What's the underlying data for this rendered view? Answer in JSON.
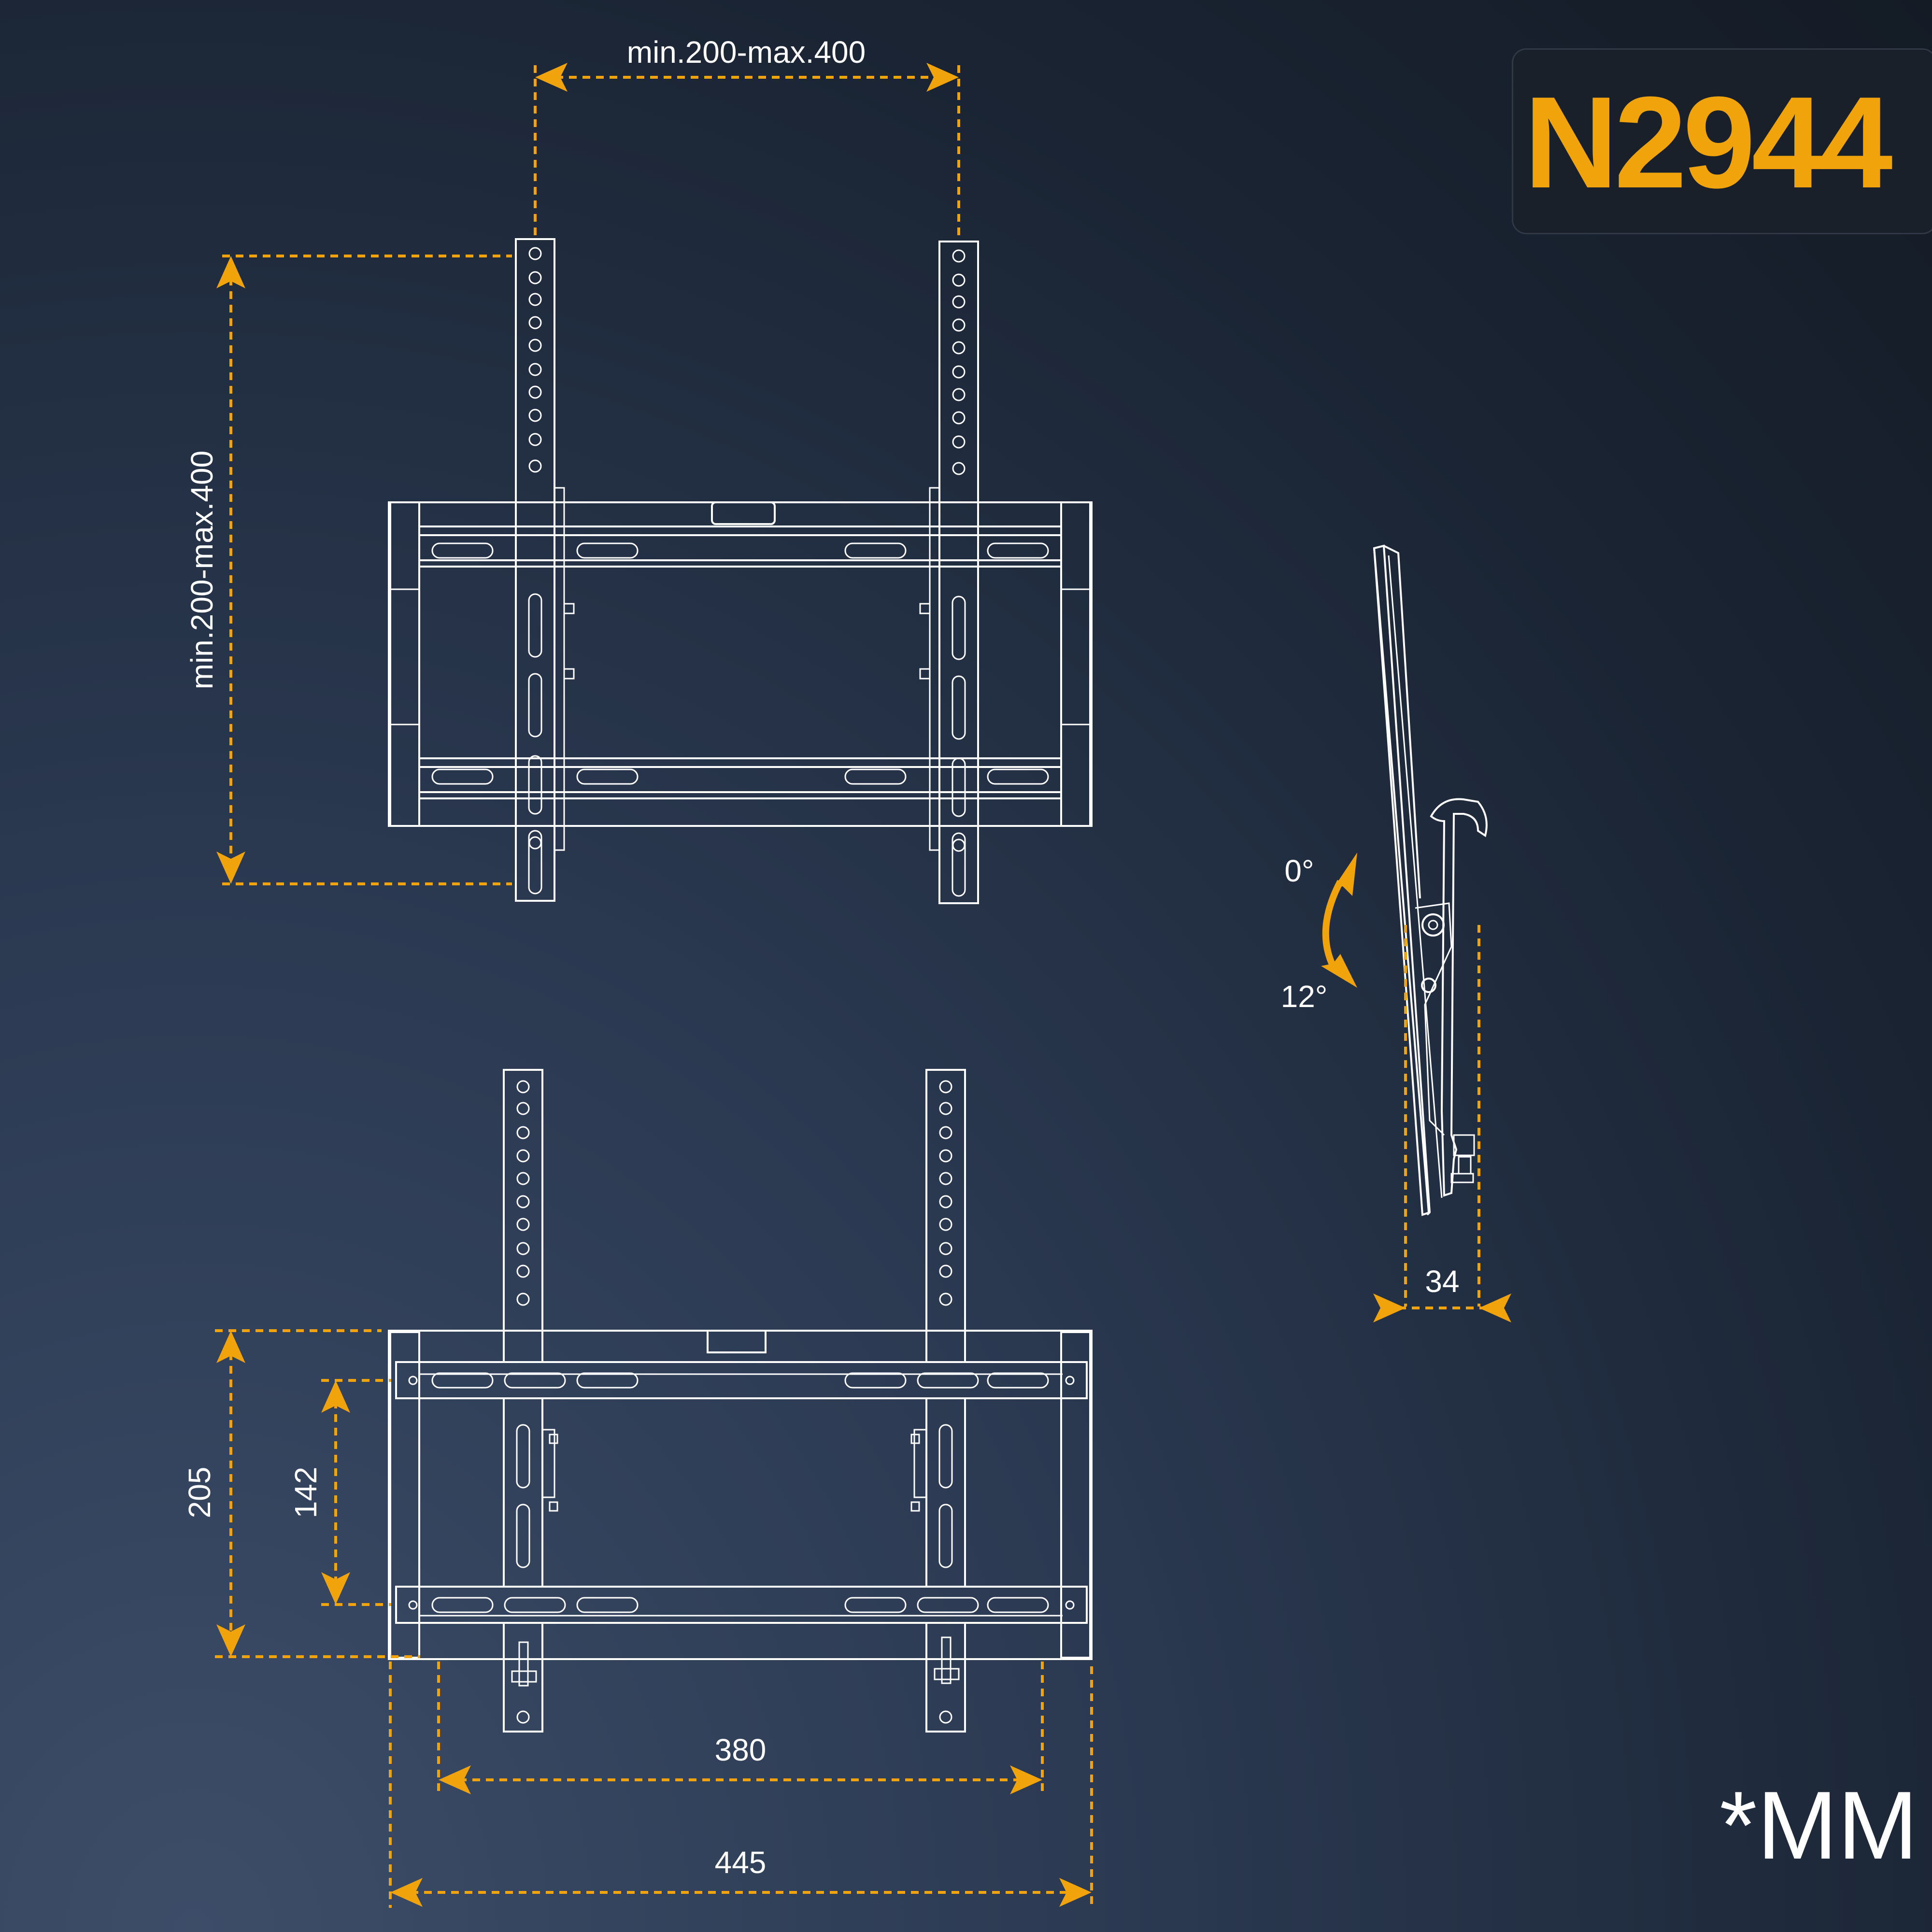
{
  "model": "N2944",
  "unit": "*MM",
  "dimensions": {
    "vesa_horizontal": "min.200-max.400",
    "vesa_vertical": "min.200-max.400",
    "height_205": "205",
    "height_142": "142",
    "width_380": "380",
    "width_445": "445",
    "depth_34": "34"
  },
  "tilt": {
    "min": "0°",
    "max": "12°"
  },
  "colors": {
    "accent": "#f0a30a",
    "background": "#1e2838",
    "line": "#ffffff",
    "badge_bg": "#1a2029"
  }
}
